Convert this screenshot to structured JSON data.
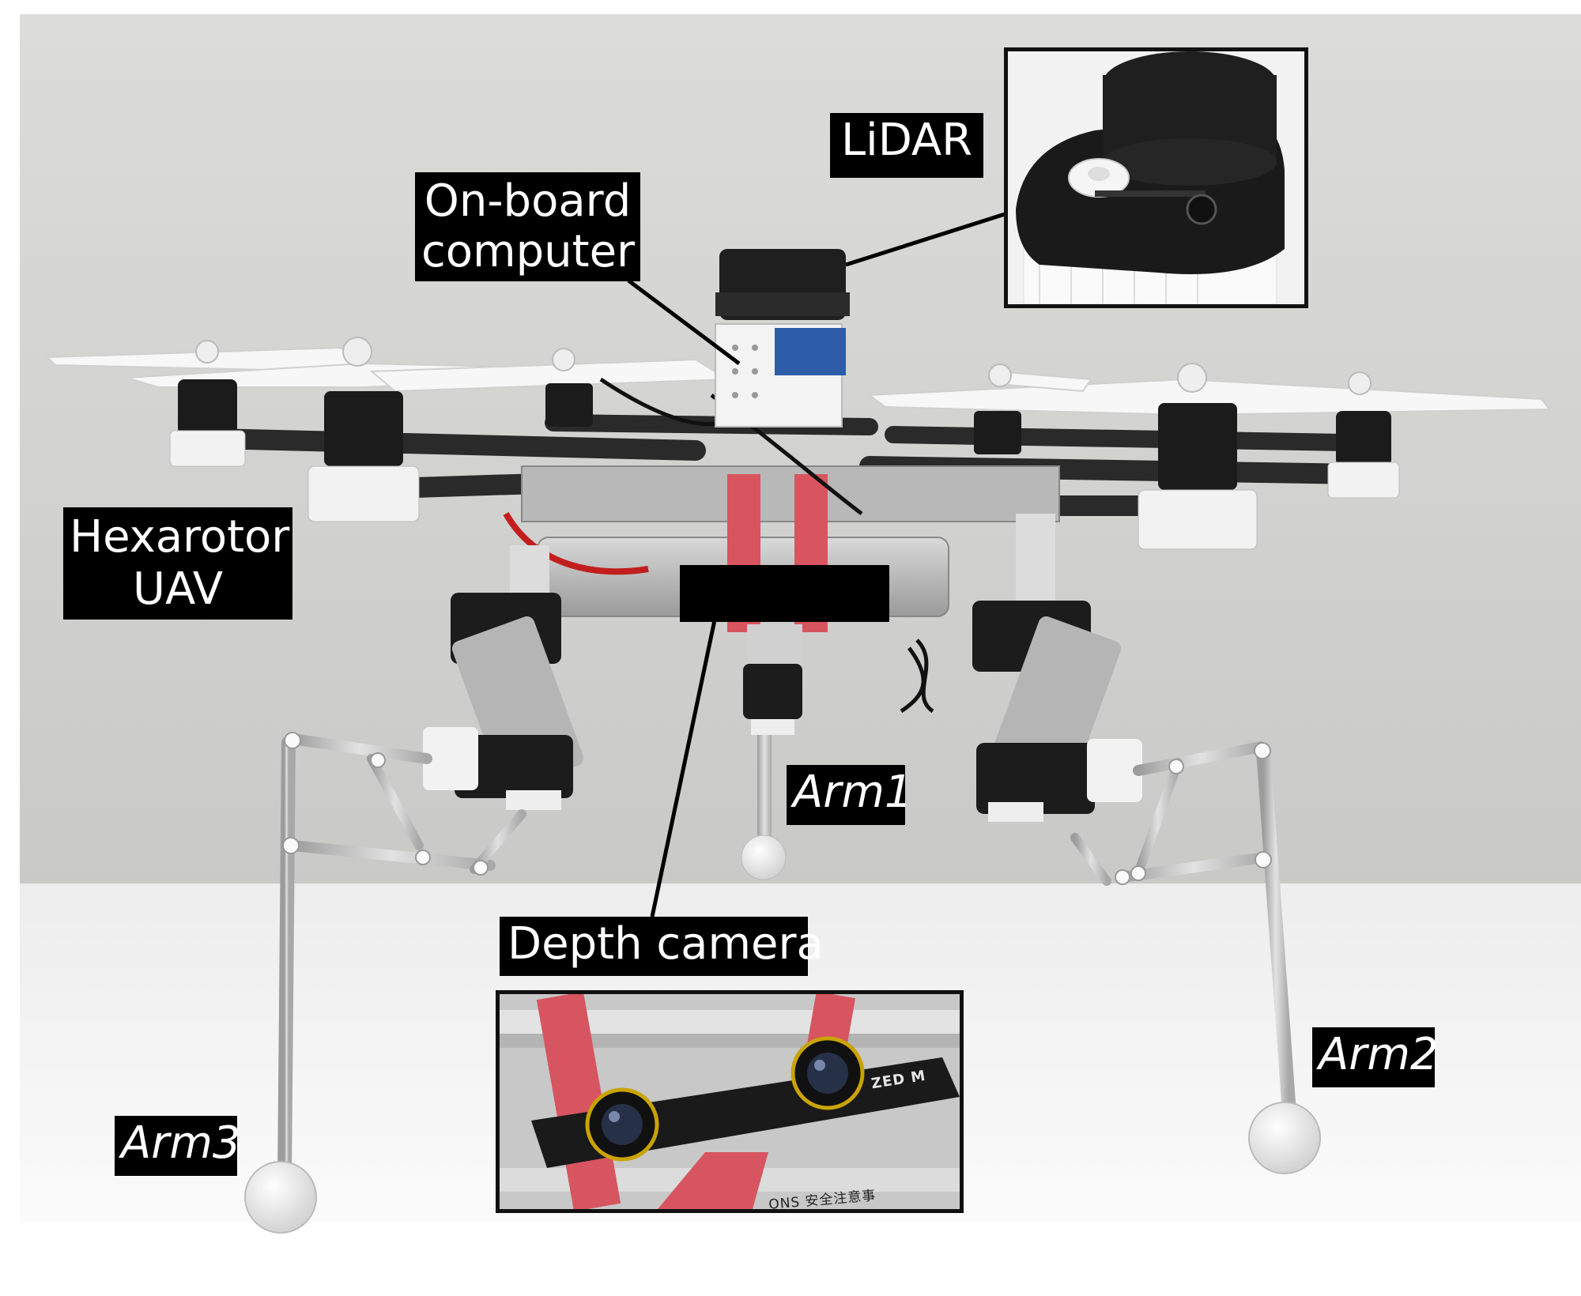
{
  "figure": {
    "labels": {
      "lidar": "LiDAR",
      "computer": "On-board\ncomputer",
      "uav": "Hexarotor\nUAV",
      "arm1": "Arm1",
      "arm2": "Arm2",
      "arm3": "Arm3",
      "depth": "Depth camera"
    },
    "insets": {
      "lidar_inset": "close-up of LiDAR sensor",
      "camera_inset": "close-up of stereo depth camera"
    },
    "photo_text": {
      "camera_brand": "ZED M",
      "sticker": "ONS 安全注意事"
    },
    "colors": {
      "label_bg": "#000000",
      "label_text": "#ffffff",
      "wall": "#d8d8d6",
      "table": "#f4f4f4",
      "strap": "#d8545e"
    }
  }
}
